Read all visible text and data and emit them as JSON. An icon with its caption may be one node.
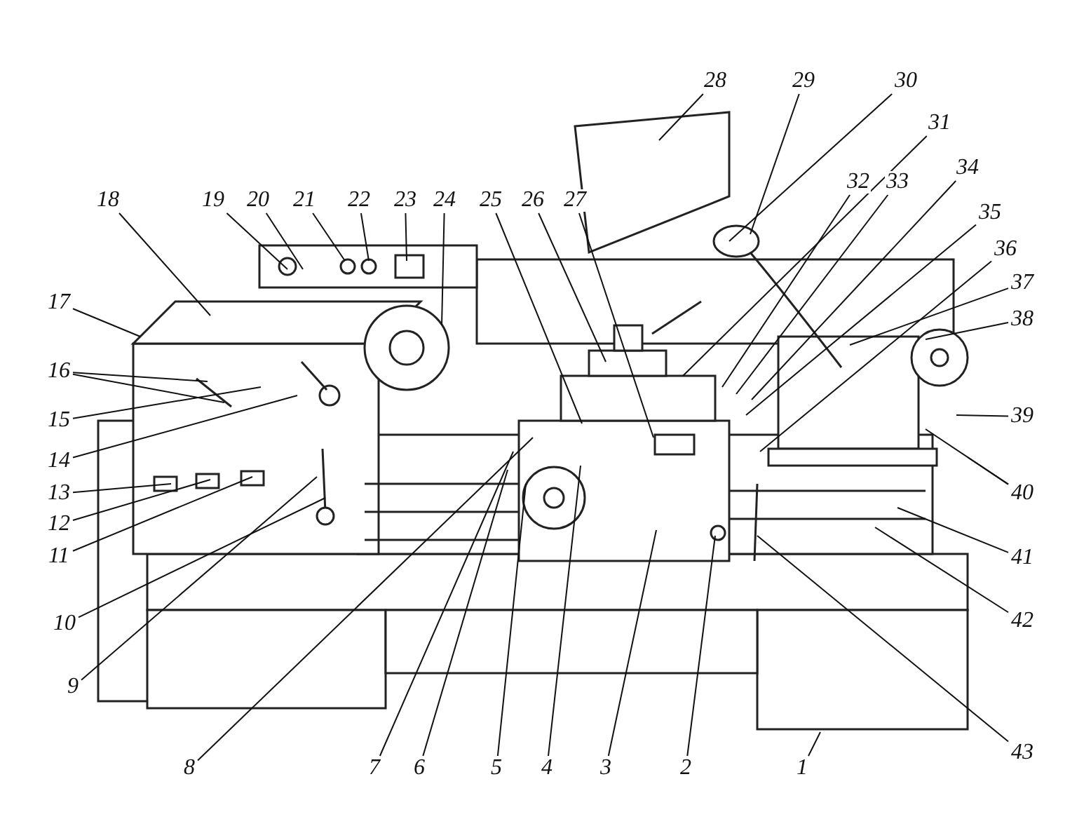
{
  "diagram": {
    "nodes": [
      {
        "text": [
          "1"
        ]
      },
      {
        "text": [
          "2"
        ]
      },
      {
        "text": [
          "3"
        ]
      },
      {
        "text": [
          "4"
        ]
      },
      {
        "text": [
          "5"
        ]
      },
      {
        "text": [
          "6"
        ]
      },
      {
        "text": [
          "7"
        ]
      },
      {
        "text": [
          "8"
        ]
      },
      {
        "text": [
          "9"
        ]
      },
      {
        "text": [
          "10"
        ]
      },
      {
        "text": [
          "11"
        ]
      },
      {
        "text": [
          "12"
        ]
      },
      {
        "text": [
          "13"
        ]
      },
      {
        "text": [
          "14"
        ]
      },
      {
        "text": [
          "15"
        ]
      },
      {
        "text": [
          "16"
        ]
      },
      {
        "text": [
          "17"
        ]
      },
      {
        "text": [
          "18"
        ]
      },
      {
        "text": [
          "19"
        ]
      },
      {
        "text": [
          "20"
        ]
      },
      {
        "text": [
          "21"
        ]
      },
      {
        "text": [
          "22"
        ]
      },
      {
        "text": [
          "23"
        ]
      },
      {
        "text": [
          "24"
        ]
      },
      {
        "text": [
          "25"
        ]
      },
      {
        "text": [
          "26"
        ]
      },
      {
        "text": [
          "27"
        ]
      },
      {
        "text": [
          "28"
        ]
      },
      {
        "text": [
          "29"
        ]
      },
      {
        "text": [
          "30"
        ]
      },
      {
        "text": [
          "31"
        ]
      },
      {
        "text": [
          "32"
        ]
      },
      {
        "text": [
          "33"
        ]
      },
      {
        "text": [
          "34"
        ]
      },
      {
        "text": [
          "35"
        ]
      },
      {
        "text": [
          "36"
        ]
      },
      {
        "text": [
          "37"
        ]
      },
      {
        "text": [
          "38"
        ]
      },
      {
        "text": [
          "39"
        ]
      },
      {
        "text": [
          "40"
        ]
      },
      {
        "text": [
          "41"
        ]
      },
      {
        "text": [
          "42"
        ]
      },
      {
        "text": [
          "43"
        ]
      }
    ],
    "edges": [
      {
        "from": 0,
        "to": null,
        "arrow": "none"
      },
      {
        "from": 1,
        "to": null,
        "arrow": "none"
      },
      {
        "from": 2,
        "to": null,
        "arrow": "none"
      },
      {
        "from": 3,
        "to": null,
        "arrow": "none"
      },
      {
        "from": 4,
        "to": null,
        "arrow": "none"
      },
      {
        "from": 5,
        "to": null,
        "arrow": "none"
      },
      {
        "from": 6,
        "to": null,
        "arrow": "none"
      },
      {
        "from": 7,
        "to": null,
        "arrow": "none"
      },
      {
        "from": 8,
        "to": null,
        "arrow": "none"
      },
      {
        "from": 9,
        "to": null,
        "arrow": "none"
      },
      {
        "from": 10,
        "to": null,
        "arrow": "none"
      },
      {
        "from": 11,
        "to": null,
        "arrow": "none"
      },
      {
        "from": 12,
        "to": null,
        "arrow": "none"
      },
      {
        "from": 13,
        "to": null,
        "arrow": "none"
      },
      {
        "from": 14,
        "to": null,
        "arrow": "none"
      },
      {
        "from": 15,
        "to": null,
        "arrow": "none"
      },
      {
        "from": 15,
        "to": null,
        "arrow": "none"
      },
      {
        "from": 16,
        "to": null,
        "arrow": "none"
      },
      {
        "from": 17,
        "to": null,
        "arrow": "none"
      },
      {
        "from": 18,
        "to": null,
        "arrow": "none"
      },
      {
        "from": 19,
        "to": null,
        "arrow": "none"
      },
      {
        "from": 20,
        "to": null,
        "arrow": "none"
      },
      {
        "from": 21,
        "to": null,
        "arrow": "none"
      },
      {
        "from": 22,
        "to": null,
        "arrow": "none"
      },
      {
        "from": 23,
        "to": null,
        "arrow": "none"
      },
      {
        "from": 24,
        "to": null,
        "arrow": "none"
      },
      {
        "from": 25,
        "to": null,
        "arrow": "none"
      },
      {
        "from": 26,
        "to": null,
        "arrow": "none"
      },
      {
        "from": 27,
        "to": null,
        "arrow": "none"
      },
      {
        "from": 28,
        "to": null,
        "arrow": "none"
      },
      {
        "from": 29,
        "to": null,
        "arrow": "none"
      },
      {
        "from": 30,
        "to": null,
        "arrow": "none"
      },
      {
        "from": 31,
        "to": null,
        "arrow": "none"
      },
      {
        "from": 32,
        "to": null,
        "arrow": "none"
      },
      {
        "from": 33,
        "to": null,
        "arrow": "none"
      },
      {
        "from": 34,
        "to": null,
        "arrow": "none"
      },
      {
        "from": 35,
        "to": null,
        "arrow": "none"
      },
      {
        "from": 36,
        "to": null,
        "arrow": "none"
      },
      {
        "from": 37,
        "to": null,
        "arrow": "none"
      },
      {
        "from": 38,
        "to": null,
        "arrow": "none"
      },
      {
        "from": 39,
        "to": null,
        "arrow": "none"
      },
      {
        "from": 39,
        "to": null,
        "arrow": "none"
      },
      {
        "from": 40,
        "to": null,
        "arrow": "none"
      },
      {
        "from": 41,
        "to": null,
        "arrow": "none"
      },
      {
        "from": 42,
        "to": null,
        "arrow": "none"
      }
    ]
  }
}
